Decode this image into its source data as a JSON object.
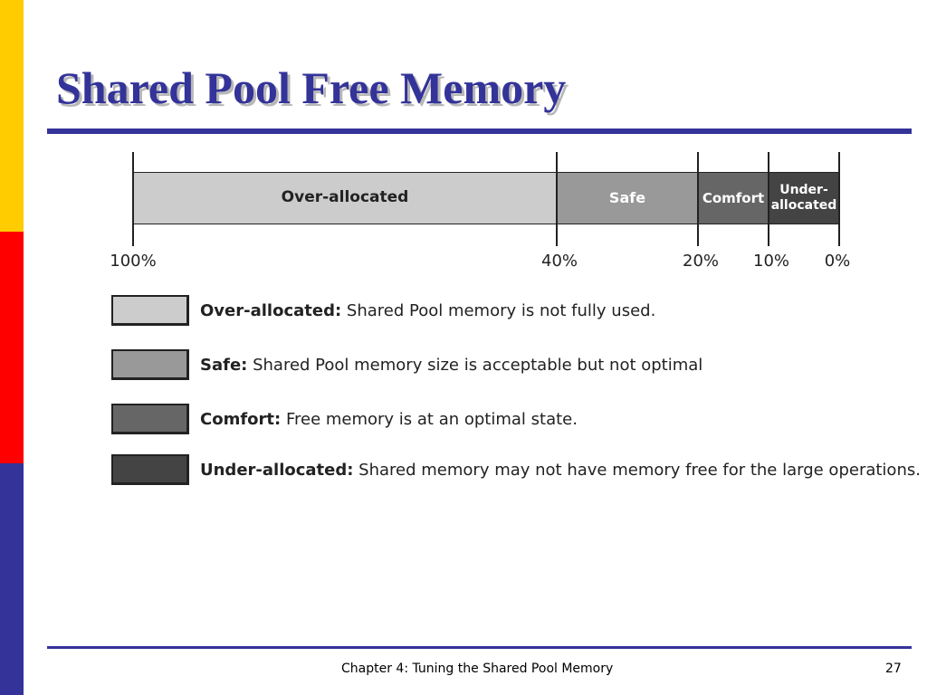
{
  "slide": {
    "title": "Shared Pool Free Memory",
    "footer": "Chapter 4: Tuning the Shared Pool Memory",
    "page_number": "27",
    "colors": {
      "title": "#333399",
      "stripe_top": "#FFCC00",
      "stripe_middle": "#FF0000",
      "stripe_bottom": "#333399"
    }
  },
  "diagram": {
    "segments": [
      {
        "label": "Over-allocated",
        "from_percent": 100,
        "to_percent": 40,
        "color": "#CCCCCC"
      },
      {
        "label": "Safe",
        "from_percent": 40,
        "to_percent": 20,
        "color": "#999999"
      },
      {
        "label": "Comfort",
        "from_percent": 20,
        "to_percent": 10,
        "color": "#666666"
      },
      {
        "label": "Under-\nallocated",
        "from_percent": 10,
        "to_percent": 0,
        "color": "#444444"
      }
    ],
    "ticks": [
      "100%",
      "40%",
      "20%",
      "10%",
      "0%"
    ]
  },
  "legend": [
    {
      "term": "Over-allocated:",
      "description": "Shared Pool memory is not fully used."
    },
    {
      "term": "Safe:",
      "description": "Shared Pool memory size is acceptable but not optimal"
    },
    {
      "term": "Comfort:",
      "description": "Free memory is at an optimal state."
    },
    {
      "term": "Under-allocated:",
      "description": "Shared memory may not have memory free for the large operations."
    }
  ]
}
